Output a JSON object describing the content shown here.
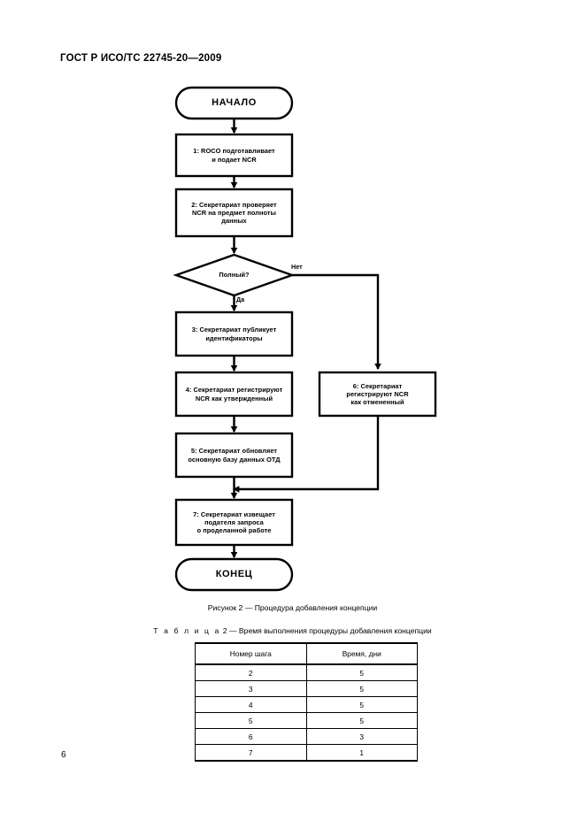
{
  "document": {
    "header": "ГОСТ Р ИСО/ТС 22745-20—2009",
    "page_number": "6"
  },
  "flowchart": {
    "start": {
      "label": "НАЧАЛО"
    },
    "end": {
      "label": "КОНЕЦ"
    },
    "nodes": [
      {
        "id": "step1",
        "label": "1: ROCO подготавливает\nи подает NCR"
      },
      {
        "id": "step2",
        "label": "2: Секретариат проверяет\nNCR на предмет полноты\nданных"
      },
      {
        "id": "decision",
        "label": "Полный?"
      },
      {
        "id": "step3",
        "label": "3: Секретариат публикует\nидентификаторы"
      },
      {
        "id": "step4",
        "label": "4: Секретариат регистрируют\nNCR как утвержденный"
      },
      {
        "id": "step6",
        "label": "6: Секретариат\nрегистрируют NCR\nкак отмененный"
      },
      {
        "id": "step5",
        "label": "5: Секретариат обновляет\nосновную базу данных ОТД"
      },
      {
        "id": "step7",
        "label": "7: Секретариат извещает\nподателя запроса\nо проделанной работе"
      }
    ],
    "edge_labels": {
      "yes": "Да",
      "no": "Нет"
    }
  },
  "figure": {
    "caption": "Рисунок 2 — Процедура добавления концепции"
  },
  "table": {
    "caption_label": "Т а б л и ц а",
    "caption_rest": "2 — Время выполнения процедуры добавления концепции",
    "headers": [
      "Номер шага",
      "Время, дни"
    ],
    "rows": [
      [
        "2",
        "5"
      ],
      [
        "3",
        "5"
      ],
      [
        "4",
        "5"
      ],
      [
        "5",
        "5"
      ],
      [
        "6",
        "3"
      ],
      [
        "7",
        "1"
      ]
    ]
  }
}
